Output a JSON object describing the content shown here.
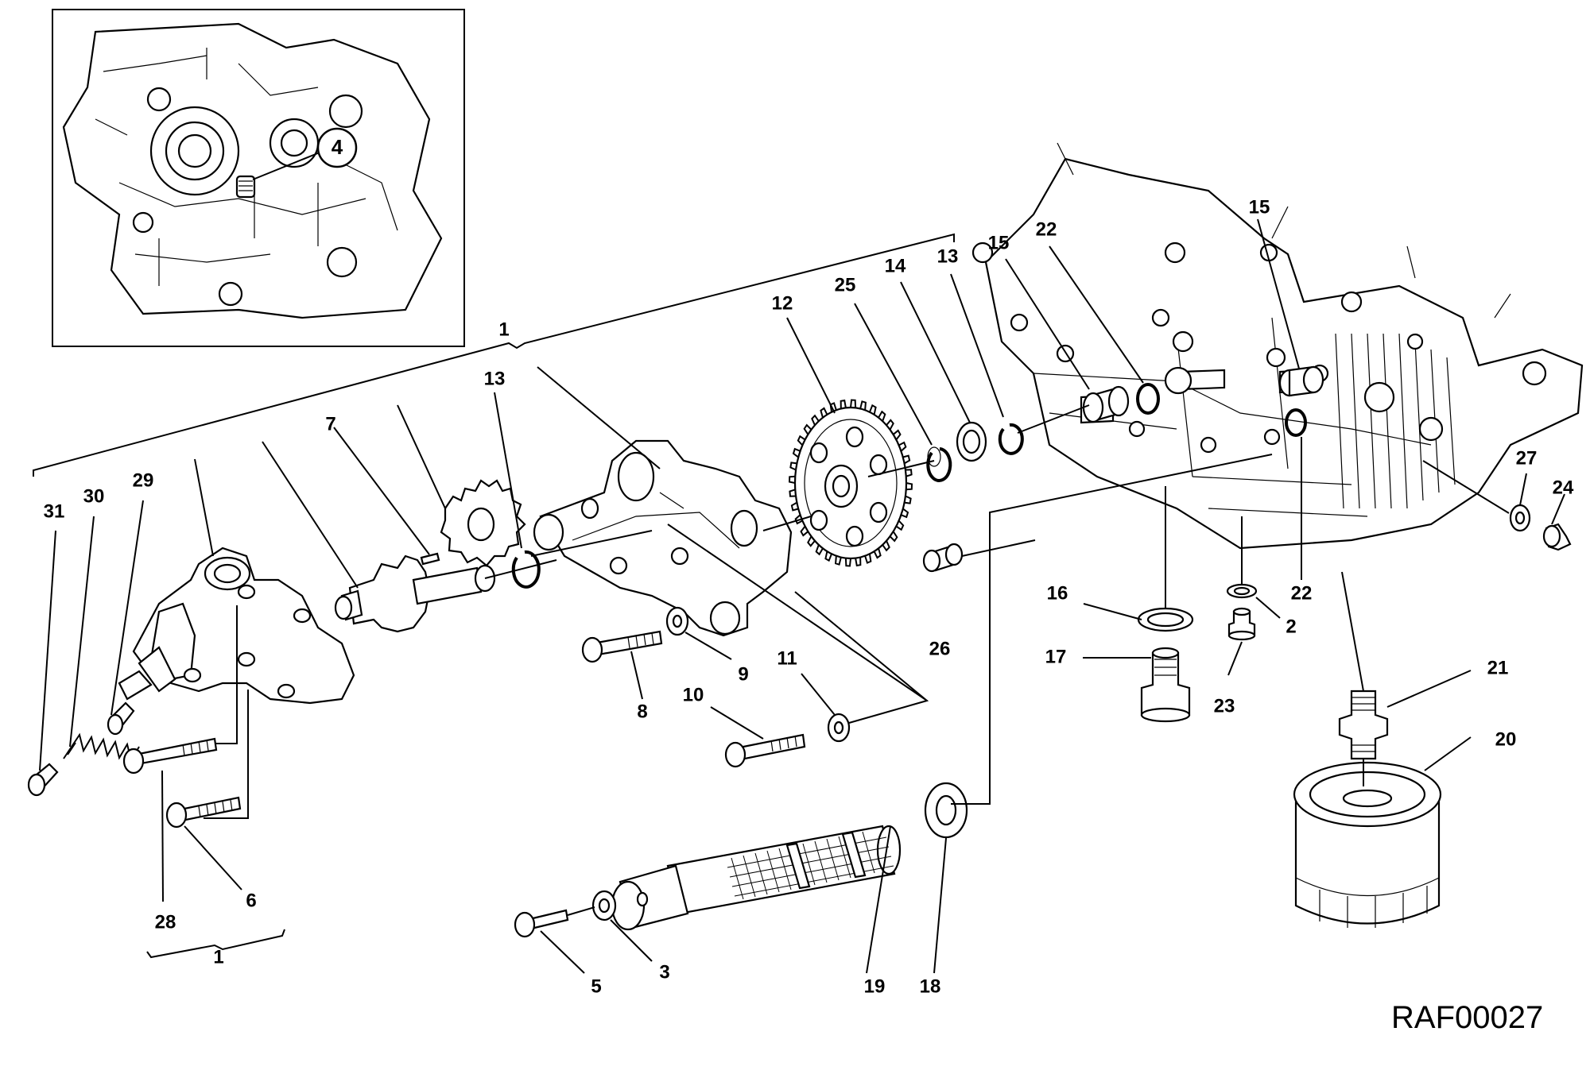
{
  "drawing_code": "RAF00027",
  "callouts": {
    "c1_main": "1",
    "c1_bottom": "1",
    "c2": "2",
    "c3": "3",
    "c4": "4",
    "c5": "5",
    "c6": "6",
    "c7": "7",
    "c8": "8",
    "c9": "9",
    "c10": "10",
    "c11": "11",
    "c12": "12",
    "c13_left": "13",
    "c13_right": "13",
    "c14": "14",
    "c15_left": "15",
    "c15_right": "15",
    "c16": "16",
    "c17": "17",
    "c18": "18",
    "c19": "19",
    "c20": "20",
    "c21": "21",
    "c22_top": "22",
    "c22_bottom": "22",
    "c23": "23",
    "c24": "24",
    "c25": "25",
    "c26": "26",
    "c27": "27",
    "c28": "28",
    "c29": "29",
    "c30": "30",
    "c31": "31"
  }
}
